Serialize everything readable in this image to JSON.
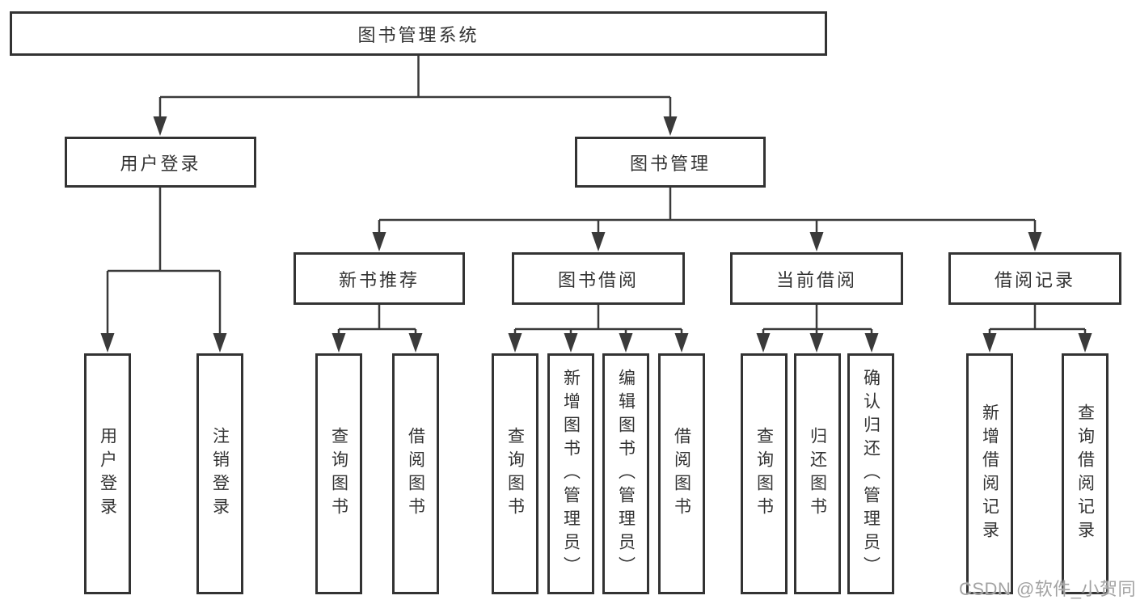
{
  "tree": {
    "root": {
      "label": "图书管理系统"
    },
    "level2": [
      {
        "label": "用户登录",
        "children": [
          {
            "label": "用户登录"
          },
          {
            "label": "注销登录"
          }
        ]
      },
      {
        "label": "图书管理",
        "children": [
          {
            "label": "新书推荐",
            "children": [
              {
                "label": "查询图书"
              },
              {
                "label": "借阅图书"
              }
            ]
          },
          {
            "label": "图书借阅",
            "children": [
              {
                "label": "查询图书"
              },
              {
                "label": "新增图书（管理员）"
              },
              {
                "label": "编辑图书（管理员）"
              },
              {
                "label": "借阅图书"
              }
            ]
          },
          {
            "label": "当前借阅",
            "children": [
              {
                "label": "查询图书"
              },
              {
                "label": "归还图书"
              },
              {
                "label": "确认归还（管理员）"
              }
            ]
          },
          {
            "label": "借阅记录",
            "children": [
              {
                "label": "新增借阅记录"
              },
              {
                "label": "查询借阅记录"
              }
            ]
          }
        ]
      }
    ]
  },
  "watermark": {
    "text": "CSDN @软件_小贺同学"
  },
  "colors": {
    "line": "#3a3a3a",
    "box_border": "#333333",
    "text": "#333333",
    "watermark_text": "#a3a3a3",
    "background": "#ffffff"
  }
}
